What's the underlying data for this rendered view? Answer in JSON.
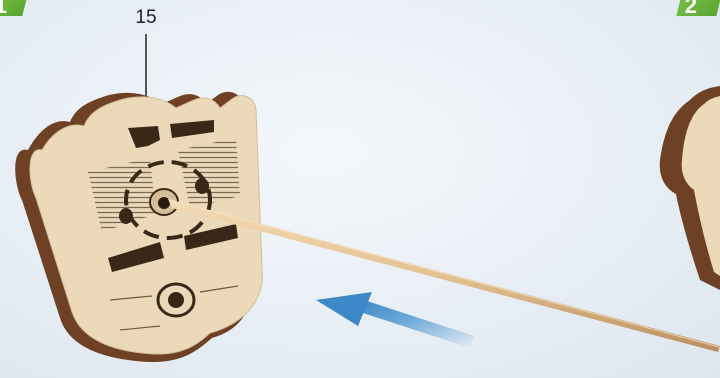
{
  "steps": {
    "current": "1",
    "next": "2"
  },
  "callout": {
    "part_number": "15"
  },
  "colors": {
    "badge": "#6cb63c",
    "wood_face": "#ead7b8",
    "wood_edge": "#7a4a2a",
    "arrow": "#4a95cf"
  },
  "icons": {
    "direction": "arrow-left-up-icon"
  }
}
